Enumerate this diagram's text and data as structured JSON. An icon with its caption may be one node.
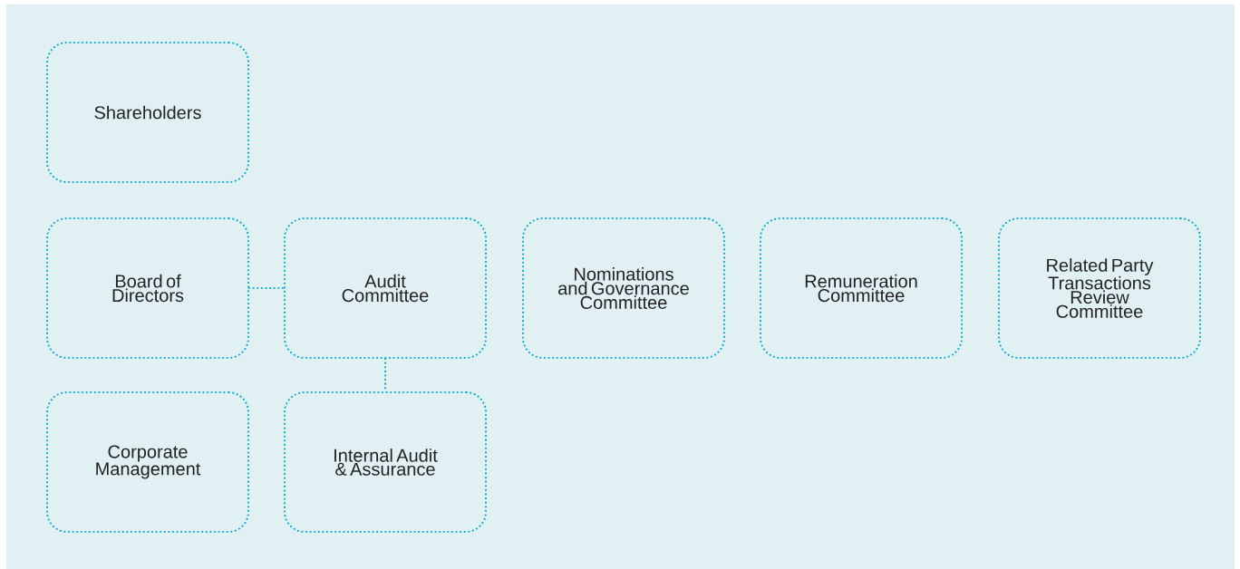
{
  "diagram": {
    "nodes": [
      {
        "text": [
          "Shareholders"
        ]
      },
      {
        "text": [
          "Board of Directors"
        ]
      },
      {
        "text": [
          "Audit Committee"
        ]
      },
      {
        "text": [
          "Nominations and Governance Committee"
        ]
      },
      {
        "text": [
          "Remuneration Committee"
        ]
      },
      {
        "text": [
          "Related Party Transactions Review Committee"
        ]
      },
      {
        "text": [
          "Corporate Management"
        ]
      },
      {
        "text": [
          "Internal Audit & Assurance"
        ]
      }
    ],
    "edges": [
      {
        "from": 1,
        "to": 2,
        "arrow": "none"
      },
      {
        "from": 2,
        "to": 7,
        "arrow": "none"
      }
    ]
  }
}
